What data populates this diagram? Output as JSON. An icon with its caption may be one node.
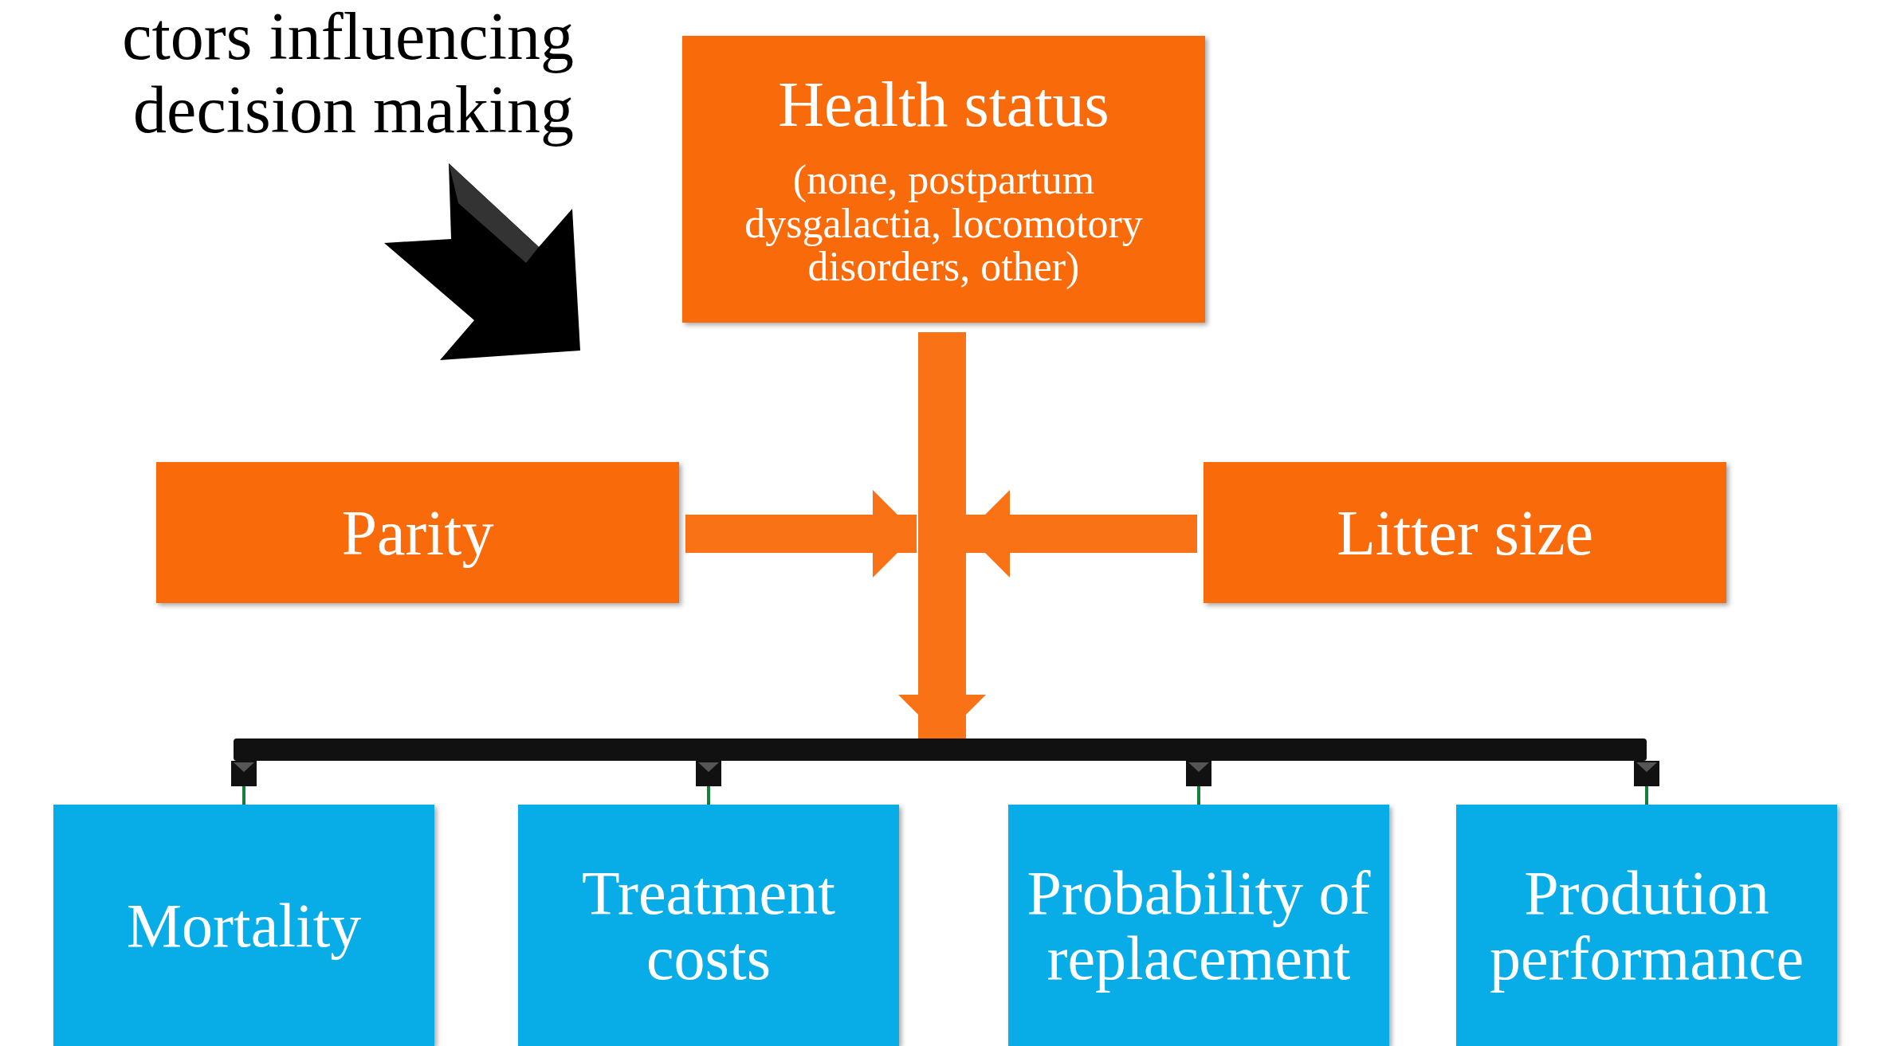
{
  "diagram": {
    "title": "ctors influencing decision making",
    "nodes": [
      {
        "text": [
          "Health status",
          "(none, postpartum dysgalactia, locomotory disorders, other)"
        ]
      },
      {
        "text": [
          "Parity"
        ]
      },
      {
        "text": [
          "Litter size"
        ]
      },
      {
        "text": [],
        "shape": "bar"
      },
      {
        "text": [
          "Mortality"
        ]
      },
      {
        "text": [
          "Treatment costs"
        ]
      },
      {
        "text": [
          "Probability of replacement"
        ]
      },
      {
        "text": [
          "Prodution performance"
        ]
      }
    ],
    "edges": [
      {
        "from": 0,
        "to": 3,
        "arrow": "to",
        "style": "thick",
        "color": "#f97316"
      },
      {
        "from": 1,
        "to": null,
        "arrow": "to",
        "style": "thick",
        "color": "#f97316"
      },
      {
        "from": 2,
        "to": null,
        "arrow": "to",
        "style": "thick",
        "color": "#f97316"
      },
      {
        "from": 3,
        "to": 4,
        "arrow": "other"
      },
      {
        "from": 3,
        "to": 5,
        "arrow": "other"
      },
      {
        "from": 3,
        "to": 6,
        "arrow": "other"
      },
      {
        "from": 3,
        "to": 7,
        "arrow": "other"
      }
    ]
  }
}
